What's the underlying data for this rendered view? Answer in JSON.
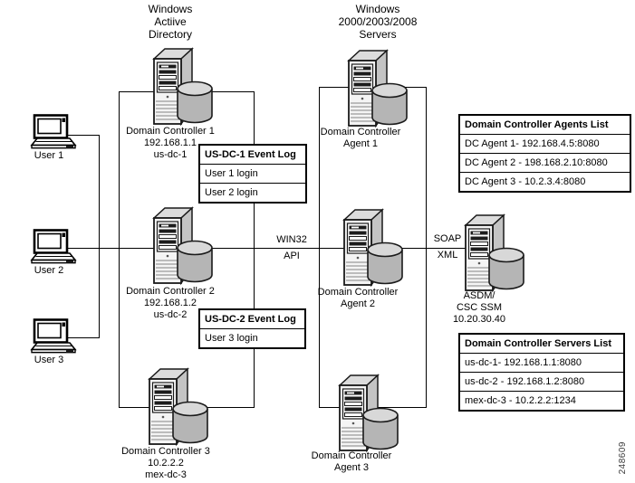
{
  "diagram_titles": {
    "active_directory": {
      "line1": "Windows",
      "line2": "Actiive",
      "line3": "Directory"
    },
    "servers": {
      "line1": "Windows",
      "line2": "2000/2003/2008",
      "line3": "Servers"
    }
  },
  "users": [
    {
      "label": "User 1"
    },
    {
      "label": "User 2"
    },
    {
      "label": "User 3"
    }
  ],
  "domain_controllers": [
    {
      "name": "Domain Controller 1",
      "ip": "192.168.1.1",
      "hostname": "us-dc-1"
    },
    {
      "name": "Domain Controller 2",
      "ip": "192.168.1.2",
      "hostname": "us-dc-2"
    },
    {
      "name": "Domain Controller 3",
      "ip": "10.2.2.2",
      "hostname": "mex-dc-3"
    }
  ],
  "dc_agents": [
    {
      "name": "Domain Controller",
      "sub": "Agent 1"
    },
    {
      "name": "Domain Controller",
      "sub": "Agent 2"
    },
    {
      "name": "Domain Controller",
      "sub": "Agent 3"
    }
  ],
  "asdm": {
    "line1": "ASDM/",
    "line2": "CSC SSM",
    "line3": "10.20.30.40"
  },
  "event_logs": [
    {
      "title": "US-DC-1 Event Log",
      "entries": [
        "User 1 login",
        "User 2 login"
      ]
    },
    {
      "title": "US-DC-2 Event Log",
      "entries": [
        "User 3 login"
      ]
    }
  ],
  "agents_list": {
    "title": "Domain Controller Agents List",
    "rows": [
      "DC Agent 1- 192.168.4.5:8080",
      "DC Agent 2 - 198.168.2.10:8080",
      "DC Agent 3 - 10.2.3.4:8080"
    ]
  },
  "servers_list": {
    "title": "Domain Controller Servers List",
    "rows": [
      "us-dc-1- 192.168.1.1:8080",
      "us-dc-2 - 192.168.1.2:8080",
      "mex-dc-3 - 10.2.2.2:1234"
    ]
  },
  "connection_labels": {
    "win32_line1": "WIN32",
    "win32_line2": "API",
    "soap_line1": "SOAP",
    "soap_line2": "XML"
  },
  "figure_number": "248609",
  "icons": {
    "server": "server-tower-with-database-cylinder-icon",
    "workstation": "workstation-icon"
  },
  "colors": {
    "line": "#000000",
    "background": "#ffffff",
    "icon_gray_light": "#d8d8d8",
    "icon_gray_mid": "#b5b5b5"
  }
}
